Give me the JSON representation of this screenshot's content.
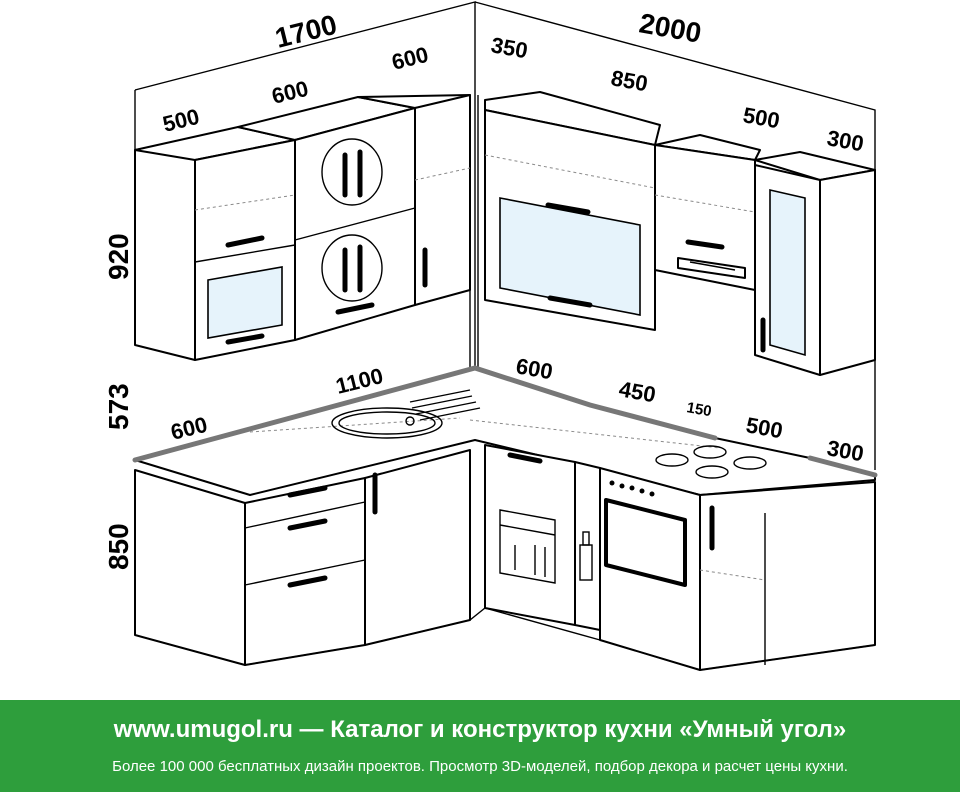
{
  "dimensions": {
    "upper_left_total": "1700",
    "upper_right_total": "2000",
    "upper_left_500": "500",
    "upper_left_600a": "600",
    "upper_left_600b": "600",
    "upper_right_350": "350",
    "upper_right_850": "850",
    "upper_right_500": "500",
    "upper_right_300": "300",
    "height_upper": "920",
    "height_gap": "573",
    "height_base": "850",
    "base_left_600": "600",
    "base_left_1100": "1100",
    "base_right_600": "600",
    "base_right_450": "450",
    "base_right_150": "150",
    "base_right_500": "500",
    "base_right_300": "300"
  },
  "footer": {
    "title": "www.umugol.ru — Каталог и конструктор кухни «Умный угол»",
    "subtitle": "Более 100 000 бесплатных дизайн проектов. Просмотр 3D-моделей, подбор декора и расчет цены кухни."
  },
  "colors": {
    "footer_bg": "#2e9e3c",
    "glass": "#e6f3fb"
  }
}
